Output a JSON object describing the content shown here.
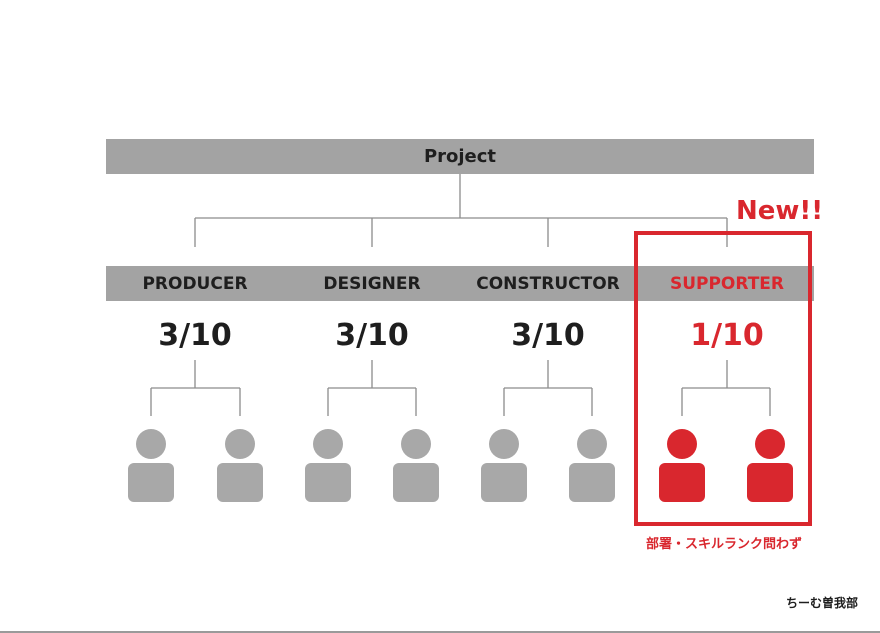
{
  "project": {
    "label": "Project"
  },
  "roles": [
    {
      "id": "producer",
      "label": "PRODUCER",
      "ratio": "3/10",
      "highlight": false
    },
    {
      "id": "designer",
      "label": "DESIGNER",
      "ratio": "3/10",
      "highlight": false
    },
    {
      "id": "constructor",
      "label": "CONSTRUCTOR",
      "ratio": "3/10",
      "highlight": false
    },
    {
      "id": "supporter",
      "label": "SUPPORTER",
      "ratio": "1/10",
      "highlight": true
    }
  ],
  "callout": {
    "new_label": "New!!",
    "note": "部署・スキルランク問わず"
  },
  "credit": "ちーむ曽我部",
  "colors": {
    "bar_gray": "#a3a3a3",
    "person_gray": "#a8a8a8",
    "accent_red": "#d9272e",
    "text_dark": "#1e1e1e",
    "line_gray": "#8c8c8c"
  }
}
